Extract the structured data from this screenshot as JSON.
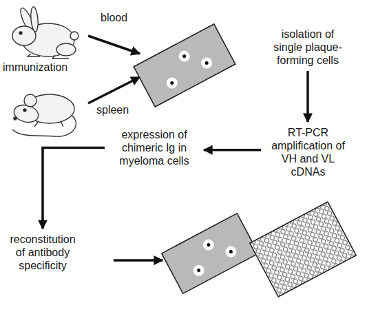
{
  "diagram": {
    "nodes": [
      {
        "text": [
          "isolation of single plaque-forming cells"
        ]
      },
      {
        "text": [
          "RT-PCR amplification of VH and VL cDNAs"
        ]
      },
      {
        "text": [
          "expression of chimeric Ig in myeloma cells"
        ]
      },
      {
        "text": [
          "reconstitution of antibody specificity"
        ]
      }
    ],
    "edges": [
      {
        "from": 0,
        "to": 1,
        "arrow": "to"
      },
      {
        "from": 1,
        "to": 2,
        "arrow": "to"
      },
      {
        "from": 2,
        "to": 3,
        "arrow": "to"
      }
    ],
    "labels": [
      "immunization",
      "blood",
      "spleen"
    ]
  }
}
